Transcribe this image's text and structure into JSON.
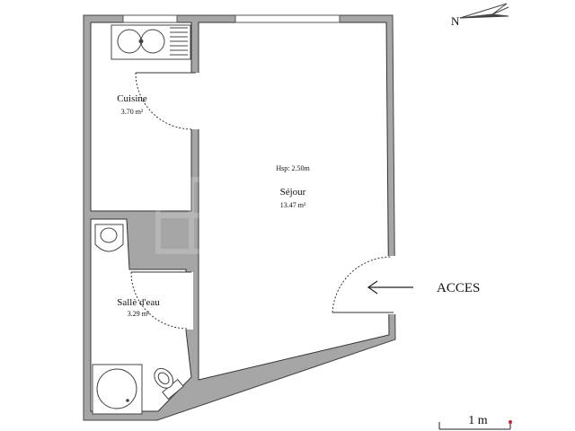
{
  "compass": {
    "north_label": "N"
  },
  "rooms": [
    {
      "id": "cuisine",
      "name": "Cuisine",
      "area": "3.70 m²"
    },
    {
      "id": "sejour",
      "name": "Séjour",
      "area": "13.47 m²",
      "height": "Hsp: 2.50m"
    },
    {
      "id": "salle-deau",
      "name": "Sallè d'eau",
      "area": "3.29 m²"
    }
  ],
  "entrance": {
    "label": "ACCES"
  },
  "scale_bar": {
    "label": "1 m"
  },
  "colors": {
    "wall": "#a6a6a6",
    "line": "#333333",
    "scale_dot": "#cc2222"
  }
}
